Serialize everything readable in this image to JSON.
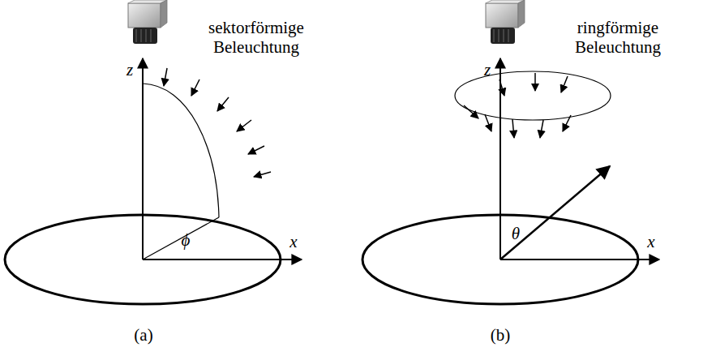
{
  "diagram": {
    "labels": [
      "z",
      "sektorförmige Beleuchtung",
      "ϕ",
      "x",
      "(a)",
      "z",
      "ringförmige Beleuchtung",
      "θ",
      "x",
      "(b)"
    ]
  }
}
